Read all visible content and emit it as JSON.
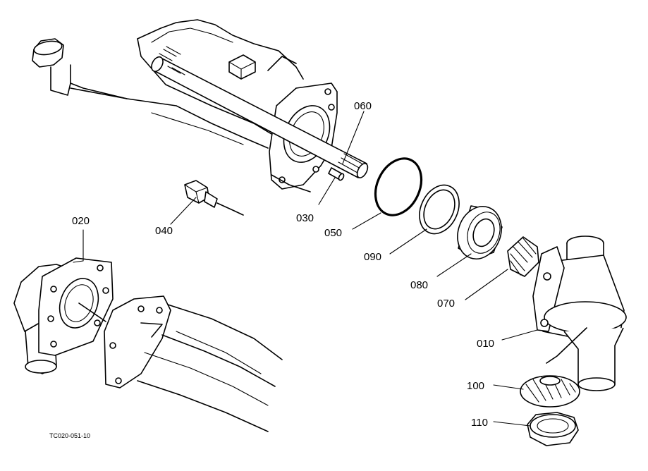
{
  "parts": [
    {
      "id": "010",
      "label": "010"
    },
    {
      "id": "020",
      "label": "020"
    },
    {
      "id": "030",
      "label": "030"
    },
    {
      "id": "040",
      "label": "040"
    },
    {
      "id": "050",
      "label": "050"
    },
    {
      "id": "060",
      "label": "060"
    },
    {
      "id": "070",
      "label": "070"
    },
    {
      "id": "080",
      "label": "080"
    },
    {
      "id": "090",
      "label": "090"
    },
    {
      "id": "100",
      "label": "100"
    },
    {
      "id": "110",
      "label": "110"
    }
  ],
  "diagram_code": "TC020-051-10"
}
